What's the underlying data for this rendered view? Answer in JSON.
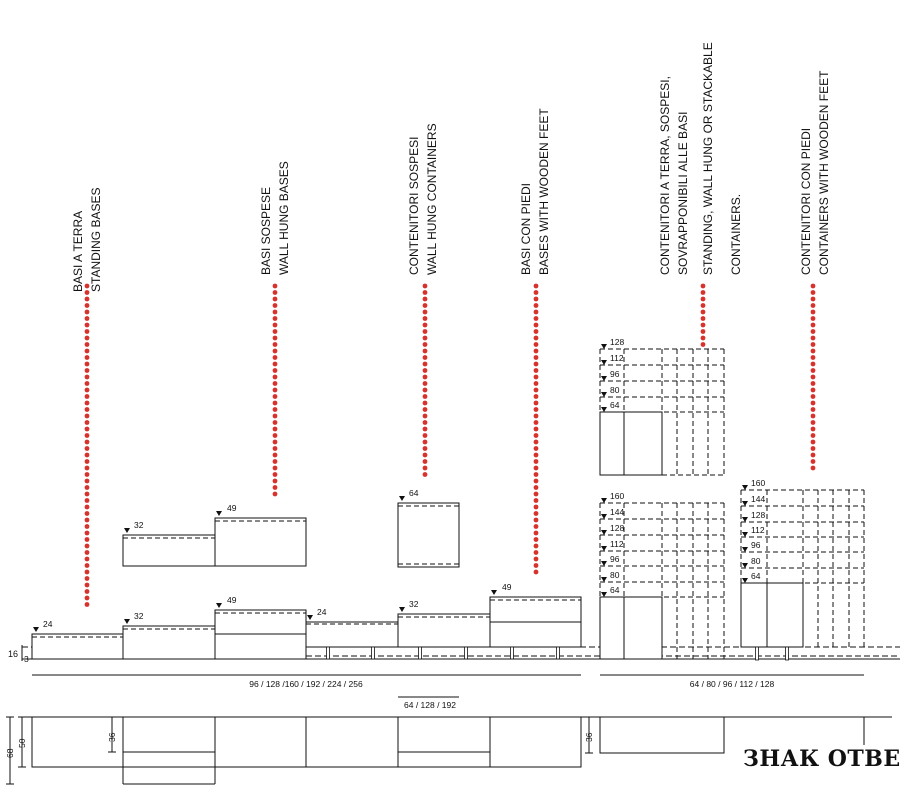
{
  "categories": {
    "standing_bases": {
      "it": "BASI A TERRA",
      "en": "STANDING BASES"
    },
    "wall_hung_bases": {
      "it": "BASI SOSPESE",
      "en": "WALL HUNG BASES"
    },
    "wall_hung_containers": {
      "it": "CONTENITORI SOSPESI",
      "en": "WALL HUNG CONTAINERS"
    },
    "bases_wooden_feet": {
      "it": "BASI CON PIEDI",
      "en": "BASES WITH WOODEN FEET"
    },
    "stackable_containers": {
      "it1": "CONTENITORI A TERRA, SOSPESI,",
      "it2": "SOVRAPPONIBILI ALLE BASI",
      "en1": "STANDING, WALL HUNG OR STACKABLE",
      "en2": "CONTAINERS."
    },
    "containers_wooden_feet": {
      "it": "CONTENITORI CON PIEDI",
      "en": "CONTAINERS WITH WOODEN FEET"
    }
  },
  "heights": {
    "h24": "24",
    "h32": "32",
    "h49": "49",
    "h64": "64",
    "h80": "80",
    "h96": "96",
    "h112": "112",
    "h128": "128",
    "h144": "144",
    "h160": "160",
    "h16": "16",
    "h3": "3",
    "h36": "36",
    "h50": "50",
    "h68": "68"
  },
  "widths": {
    "bases": "96 / 128 /160 / 192 / 224 / 256",
    "containers": "64 / 128 / 192",
    "stackable": "64 / 80 / 96 / 112 / 128"
  },
  "stamp": "ЗНАК ОТВЕТА",
  "colors": {
    "dots": "#d7332c",
    "lines": "#111111"
  }
}
